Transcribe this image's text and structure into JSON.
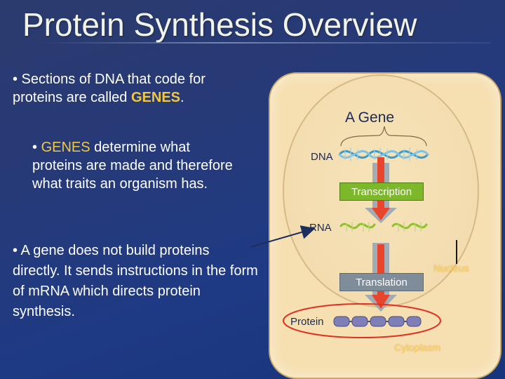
{
  "title": "Protein Synthesis Overview",
  "bullets": {
    "b1_prefix": "• Sections of DNA that code for proteins are called ",
    "b1_genes": "GENES",
    "b1_suffix": ".",
    "b2_prefix": "• ",
    "b2_genes": "GENES",
    "b2_suffix": " determine what proteins are made and therefore what traits an organism has.",
    "b3": "• A gene does not build proteins directly. It sends instructions in the form of mRNA which directs protein synthesis."
  },
  "diagram": {
    "gene_label": "A Gene",
    "dna_label": "DNA",
    "transcription_label": "Transcription",
    "rna_label": "RNA",
    "translation_label": "Translation",
    "nucleus_label": "Nucleus",
    "protein_label": "Protein",
    "cytoplasm_label": "Cytoplasm"
  },
  "colors": {
    "background": "#263a78",
    "title": "#f2f4e8",
    "highlight": "#f0c840",
    "cell": "#f6e0b2",
    "transcription_box": "#7db82a",
    "translation_box": "#7f8c99",
    "arrow": "#e8452c",
    "dna_strand": "#3c9bc8",
    "rna_strand": "#8ec02a",
    "protein_chain": "#7d7fb6",
    "protein_oval": "#e03020"
  },
  "icons": [
    "dna-helix-icon",
    "rna-strand-icon",
    "down-arrow-icon",
    "protein-chain-icon"
  ]
}
